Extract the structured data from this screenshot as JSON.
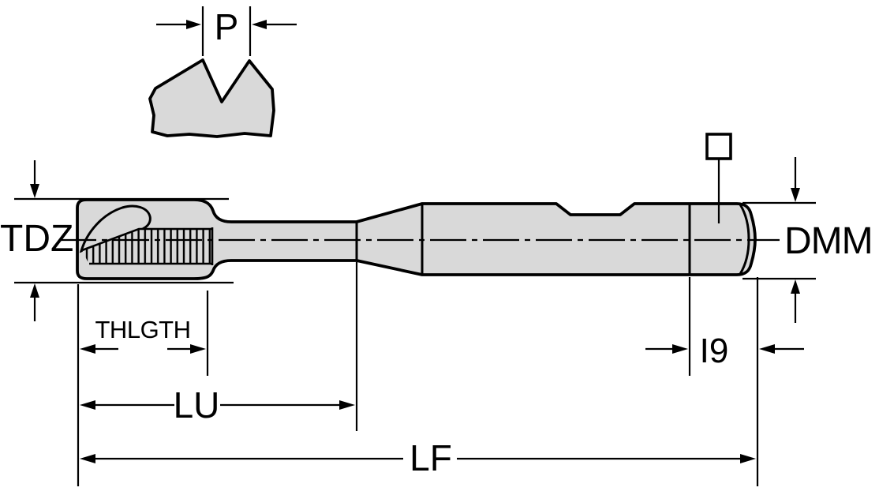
{
  "diagram": {
    "labels": {
      "pitch": "P",
      "thread_diameter": "TDZ",
      "shank_diameter": "DMM",
      "thread_length": "THLGTH",
      "usable_length": "LU",
      "functional_length": "LF",
      "square_length": "I9"
    },
    "colors": {
      "background": "#ffffff",
      "body_fill": "#d9d9d9",
      "line_color": "#000000"
    }
  }
}
